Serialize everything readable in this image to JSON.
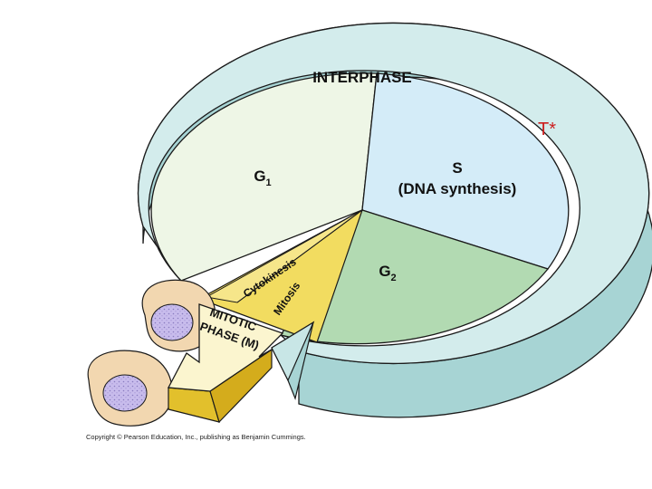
{
  "diagram": {
    "ring_label": "INTERPHASE",
    "marker": "T*",
    "phases": {
      "g1": {
        "main": "G",
        "sub": "1"
      },
      "s": {
        "line1": "S",
        "line2": "(DNA synthesis)"
      },
      "g2": {
        "main": "G",
        "sub": "2"
      },
      "cytokinesis": "Cytokinesis",
      "mitosis": "Mitosis",
      "mitotic_line1": "MITOTIC",
      "mitotic_line2": "PHASE (M)"
    }
  },
  "footer": {
    "copyright": "Copyright © Pearson Education, Inc., publishing as Benjamin Cummings."
  },
  "colors": {
    "ring_top": "#d3ecec",
    "ring_side": "#a7d4d4",
    "g1": "#eef6e6",
    "s": "#d4ecf8",
    "g2": "#b2dab2",
    "mitosis": "#f2dc60",
    "arrow_face": "#fbf5cf",
    "arrow_side": "#e2c02c",
    "marker": "#cc1f1f",
    "cell_body": "#f2d7b0",
    "nucleus": "#c8bcec"
  }
}
